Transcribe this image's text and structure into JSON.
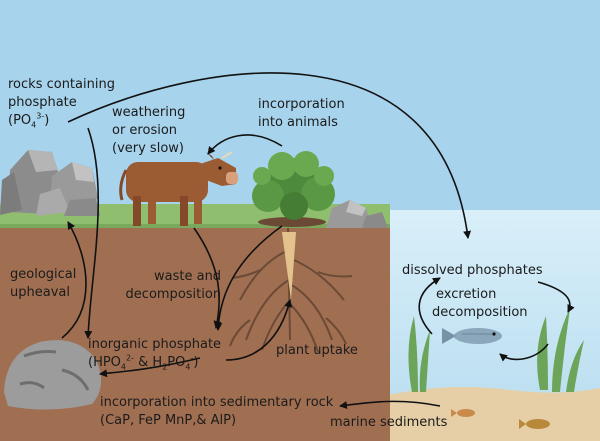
{
  "diagram": {
    "labels": {
      "rocks_line1": "rocks containing",
      "rocks_line2": "phosphate",
      "rocks_formula_open": "(PO",
      "rocks_formula_sub": "4",
      "rocks_formula_sup": "3-",
      "rocks_formula_close": ")",
      "weathering_line1": "weathering",
      "weathering_line2": "or erosion",
      "weathering_line3": "(very slow)",
      "animals_line1": "incorporation",
      "animals_line2": "into animals",
      "geological_line1": "geological",
      "geological_line2": "upheaval",
      "waste_line1": "waste and",
      "waste_line2": "decomposition",
      "dissolved": "dissolved phosphates",
      "excretion_line1": "excretion",
      "excretion_line2": "decomposition",
      "inorganic_title": "inorganic phosphate",
      "inorganic_a_open": "(HPO",
      "inorganic_a_sub": "4",
      "inorganic_a_sup": "2-",
      "inorganic_mid": " & H",
      "inorganic_b_sub1": "2",
      "inorganic_b_po": "PO",
      "inorganic_b_sub2": "4",
      "inorganic_b_sup": "-",
      "inorganic_close": ")",
      "plant_uptake": "plant uptake",
      "sedimentary_line1": "incorporation into sedimentary rock",
      "sedimentary_line2": "(CaP, FeP MnP,& AlP)",
      "marine_sediments": "marine sediments"
    },
    "colors": {
      "sky": "#a7d3ec",
      "grass": "#8fbf6e",
      "soil": "#a06f52",
      "water": "#cfe9f7",
      "sand": "#e6cfa6",
      "rock": "#9a9a9a",
      "cow": "#9b5b33",
      "arrow": "#111111"
    }
  }
}
